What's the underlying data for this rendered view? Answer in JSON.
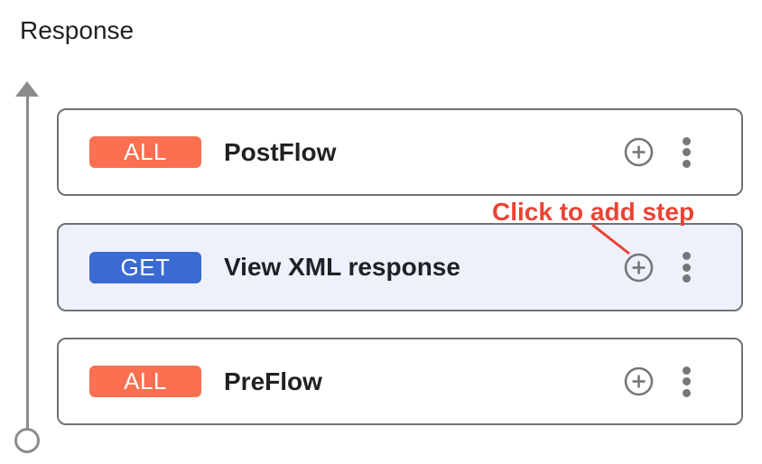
{
  "page": {
    "title": "Response"
  },
  "flows": [
    {
      "method": "ALL",
      "name": "PostFlow",
      "badge_style": "background:#fa7050",
      "highlighted": false
    },
    {
      "method": "GET",
      "name": "View XML response",
      "badge_style": "background:#3a6bd3",
      "card_style": "background:#edf1fb",
      "highlighted": true
    },
    {
      "method": "ALL",
      "name": "PreFlow",
      "badge_style": "background:#fa7050",
      "highlighted": false
    }
  ],
  "annotation": {
    "text": "Click to add step"
  },
  "colors": {
    "badge_all": "#fa7050",
    "badge_get": "#3a6bd3",
    "card_border": "#6e7276",
    "highlight_bg": "#edf1fb",
    "icon_gray": "#757779",
    "timeline_gray": "#8c8c8e",
    "annotation_red": "#ea4335",
    "text_dark": "#202124"
  },
  "icons": {
    "add_step": "plus-circle-icon",
    "more_options": "kebab-menu-icon",
    "flow_direction": "up-arrow-icon",
    "flow_start": "circle-node-icon"
  }
}
